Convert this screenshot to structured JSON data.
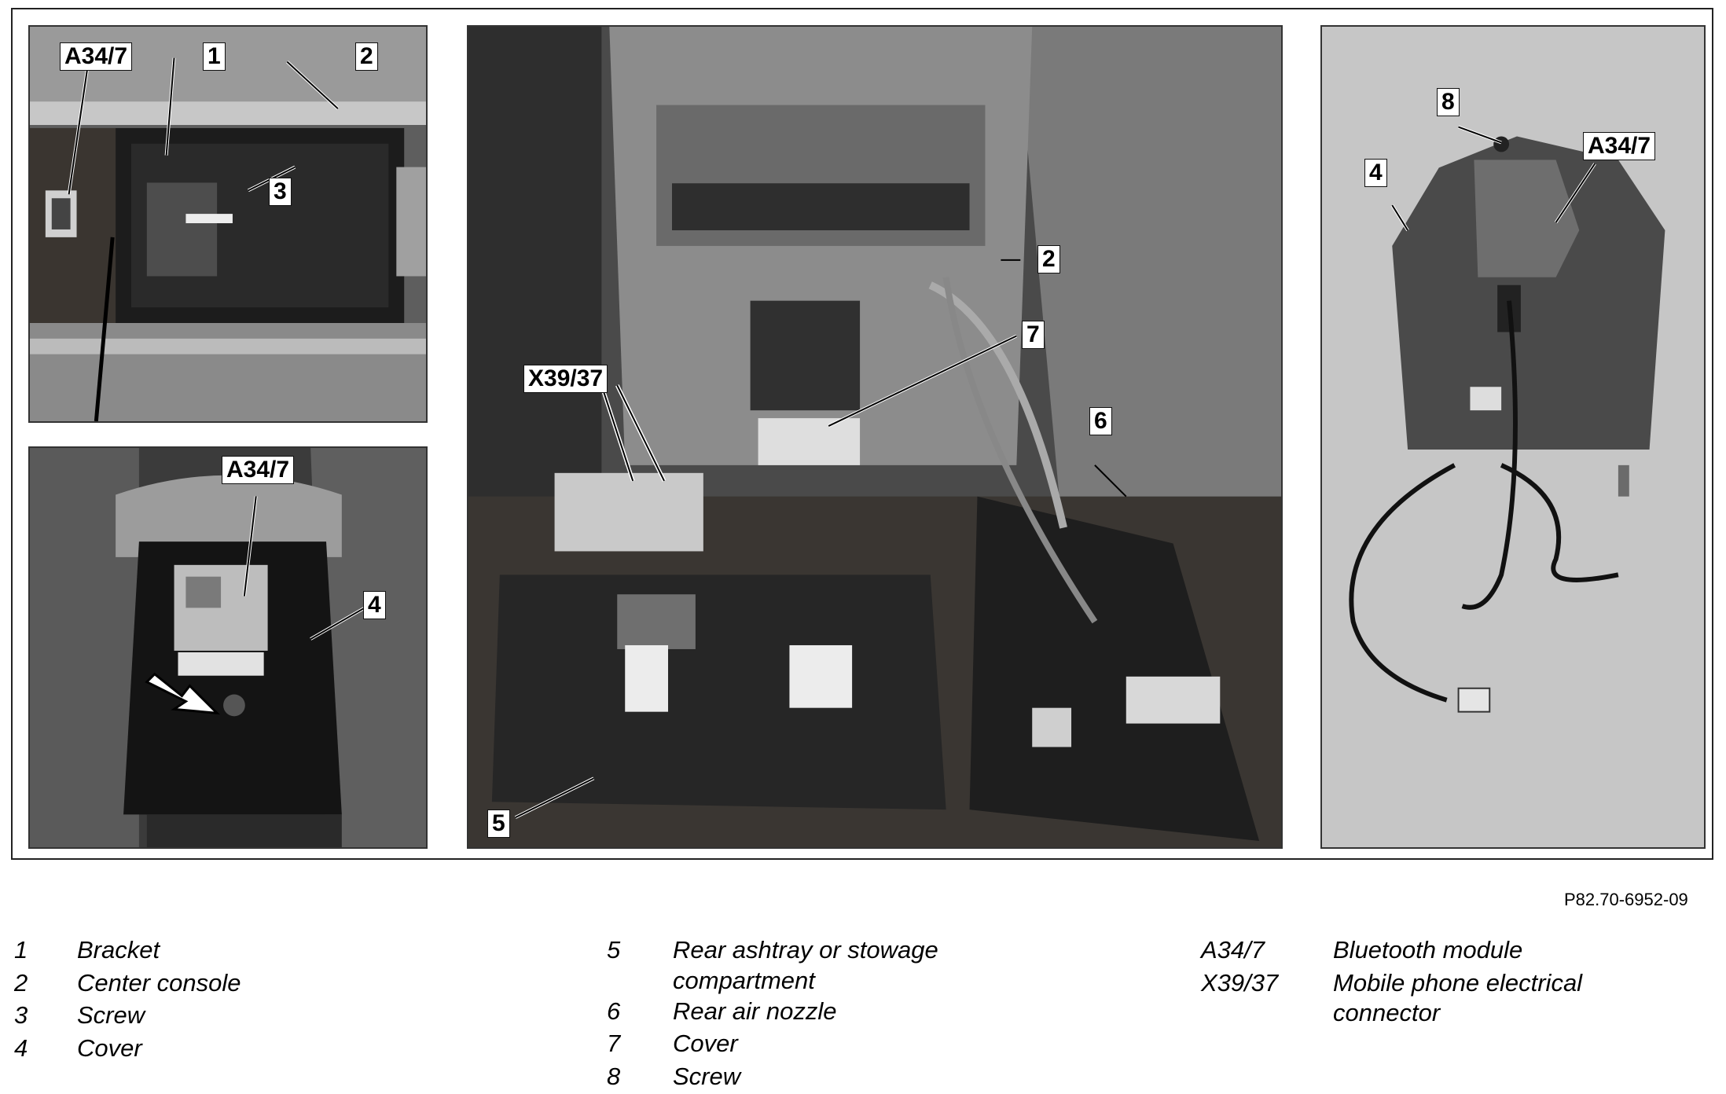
{
  "figure": {
    "reference": "P82.70-6952-09",
    "callouts": {
      "p1_a347": "A34/7",
      "p1_1": "1",
      "p1_2": "2",
      "p1_3": "3",
      "p2_a347": "A34/7",
      "p2_4": "4",
      "p3_x3937": "X39/37",
      "p3_2": "2",
      "p3_7": "7",
      "p3_6": "6",
      "p3_5": "5",
      "p4_8": "8",
      "p4_4": "4",
      "p4_a347": "A34/7"
    }
  },
  "legend": {
    "col1": [
      {
        "key": "1",
        "label": "Bracket"
      },
      {
        "key": "2",
        "label": "Center console"
      },
      {
        "key": "3",
        "label": "Screw"
      },
      {
        "key": "4",
        "label": "Cover"
      }
    ],
    "col2": [
      {
        "key": "5",
        "label": "Rear ashtray or stowage",
        "label2": "compartment"
      },
      {
        "key": "6",
        "label": "Rear air nozzle"
      },
      {
        "key": "7",
        "label": "Cover"
      },
      {
        "key": "8",
        "label": "Screw"
      }
    ],
    "col3": [
      {
        "key": "A34/7",
        "label": "Bluetooth module"
      },
      {
        "key": "X39/37",
        "label": "Mobile phone electrical",
        "label2": "connector"
      }
    ]
  }
}
